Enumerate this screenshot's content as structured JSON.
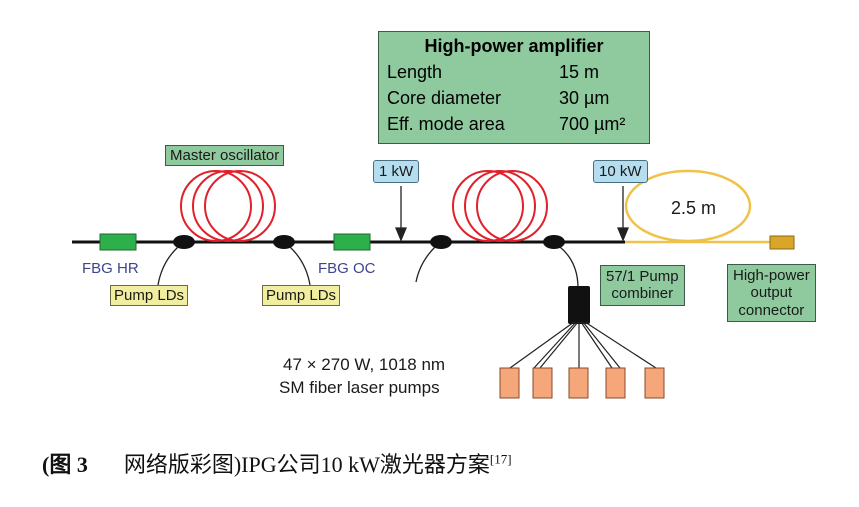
{
  "amplifier": {
    "title": "High-power amplifier",
    "rows": [
      {
        "label": "Length",
        "value": "15 m"
      },
      {
        "label": "Core diameter",
        "value": "30 µm"
      },
      {
        "label": "Eff. mode area",
        "value": "700 µm²"
      }
    ]
  },
  "labels": {
    "master_oscillator": "Master oscillator",
    "fbg_hr": "FBG HR",
    "fbg_oc": "FBG OC",
    "pump_lds_1": "Pump LDs",
    "pump_lds_2": "Pump LDs",
    "power_1": "1 kW",
    "power_2": "10 kW",
    "delivery_length": "2.5 m",
    "pump_combiner": [
      "57/1 Pump",
      "combiner"
    ],
    "output_connector": [
      "High-power",
      "output",
      "connector"
    ],
    "pumps_line1": "47 × 270 W, 1018 nm",
    "pumps_line2": "SM fiber laser pumps"
  },
  "colors": {
    "fiber": "#111111",
    "coil": "#e0202a",
    "delivery_fiber": "#f0c24a",
    "fbg": "#2db04b",
    "pump_module": "#f6a77a",
    "connector": "#d9a62a"
  },
  "caption": {
    "figure": "(图 3",
    "text": "网络版彩图)IPG公司10 kW激光器方案",
    "ref": "[17]"
  }
}
